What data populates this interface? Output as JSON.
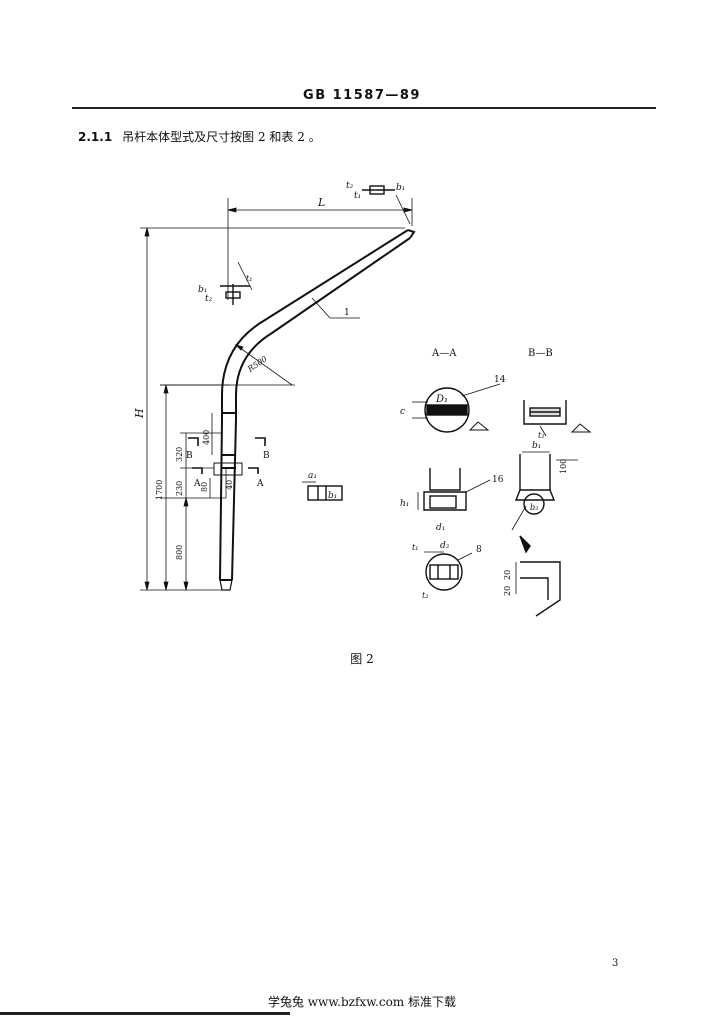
{
  "header": {
    "standard_number": "GB 11587—89"
  },
  "clause": {
    "number": "2.1.1",
    "text": "吊杆本体型式及尺寸按图 2 和表 2 。"
  },
  "figure": {
    "caption": "图 2",
    "main_view": {
      "length_label": "L",
      "height_label": "H",
      "radius_label": "R500",
      "part_label": "1",
      "dims": [
        "1700",
        "800",
        "320",
        "230",
        "400",
        "80",
        "40"
      ],
      "section_marks": [
        "A",
        "A",
        "B",
        "B"
      ],
      "symbols": [
        "b₁",
        "t₂",
        "t₁",
        "a₁",
        "b₁",
        "t₂",
        "t₁",
        "b₁"
      ]
    },
    "details": {
      "section_aa_title": "A—A",
      "section_bb_title": "B—B",
      "leaders": [
        "14",
        "16",
        "8"
      ],
      "symbols": [
        "c",
        "D₁",
        "t₂",
        "b₁",
        "100",
        "h₁",
        "d₁",
        "b₂",
        "d₂",
        "t₁",
        "t₂",
        "20",
        "20"
      ]
    }
  },
  "page_number": "3",
  "footer": {
    "text": "学兔兔 www.bzfxw.com 标准下载"
  }
}
